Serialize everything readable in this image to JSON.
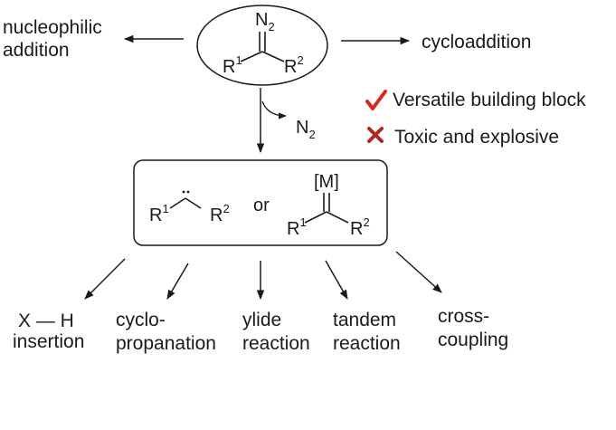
{
  "diazo": {
    "n_symbol": "N",
    "n_sub": "2",
    "r": "R",
    "r1_sup": "1",
    "r2_sup": "2"
  },
  "reactions_top": {
    "left_line1": "nucleophilic",
    "left_line2": "addition",
    "right": "cycloaddition"
  },
  "features": {
    "pro_label": "Versatile building block",
    "con_label": "Toxic and explosive",
    "check_color": "#d42a20",
    "cross_color": "#b0281f"
  },
  "extrusion": {
    "n_symbol": "N",
    "n_sub": "2"
  },
  "intermediate": {
    "carbene_r": "R",
    "carbene_r1_sup": "1",
    "carbene_r2_sup": "2",
    "or_label": "or",
    "metal": "[M]",
    "metal_r": "R",
    "metal_r1_sup": "1",
    "metal_r2_sup": "2"
  },
  "products": [
    {
      "line1": "X — H",
      "line2": "insertion"
    },
    {
      "line1": "cyclo-",
      "line2": "propanation"
    },
    {
      "line1": "ylide",
      "line2": "reaction"
    },
    {
      "line1": "tandem",
      "line2": "reaction"
    },
    {
      "line1": "cross-",
      "line2": "coupling"
    }
  ]
}
